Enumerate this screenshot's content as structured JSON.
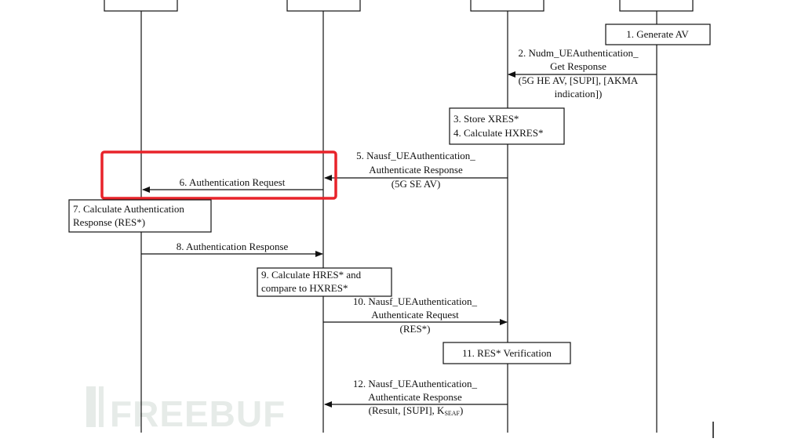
{
  "watermark": "FREEBUF",
  "messages": {
    "m1": "1. Generate AV",
    "m2": [
      "2. Nudm_UEAuthentication_",
      "Get Response",
      "(5G HE AV, [SUPI], [AKMA",
      "indication])"
    ],
    "m3": [
      "3. Store XRES*",
      "4. Calculate HXRES*"
    ],
    "m5": [
      "5. Nausf_UEAuthentication_",
      "Authenticate Response",
      "(5G SE AV)"
    ],
    "m6": "6. Authentication Request",
    "m7": [
      "7. Calculate Authentication",
      "Response (RES*)"
    ],
    "m8": "8. Authentication Response",
    "m9": [
      "9. Calculate HRES* and",
      "compare to HXRES*"
    ],
    "m10": [
      "10. Nausf_UEAuthentication_",
      "Authenticate Request",
      "(RES*)"
    ],
    "m11": "11. RES* Verification",
    "m12": [
      "12. Nausf_UEAuthentication_",
      "Authenticate Response"
    ],
    "m12_last": {
      "text": "(Result, [SUPI], K",
      "sub": "SEAF",
      "close": ")"
    }
  },
  "colors": {
    "line": "#111111",
    "highlight": "#e8232a",
    "watermark": "#e6ebe8"
  }
}
